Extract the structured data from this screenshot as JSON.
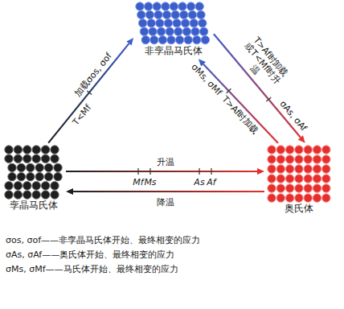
{
  "diagram": {
    "nodes": [
      {
        "text": [
          "非孪晶马氏体"
        ]
      },
      {
        "text": [
          "孪晶马氏体"
        ]
      },
      {
        "text": [
          "奥氏体"
        ]
      }
    ],
    "edges": [
      {
        "from": 1,
        "to": 0,
        "arrow": "to",
        "label": "加载σos, σof"
      },
      {
        "from": 0,
        "to": 2,
        "arrow": "to",
        "label": "T>Af时卸载 或T<Mf时升温"
      },
      {
        "from": 2,
        "to": 0,
        "arrow": "to",
        "label": "T>Af时加载"
      },
      {
        "from": 1,
        "to": 2,
        "arrow": "to",
        "label": "升温"
      },
      {
        "from": 2,
        "to": 1,
        "arrow": "to",
        "label": "降温"
      }
    ],
    "labels": [
      "T<Mf",
      "σAs, σAf",
      "σMs, σMf",
      "Mf",
      "Ms",
      "As",
      "Af",
      "σos, σof——非孪晶马氏体开始、最终相变的应力",
      "σAs, σAf——奥氏体开始、最终相变的应力",
      "σMs, σMf——马氏体开始、最终相变的应力"
    ]
  }
}
